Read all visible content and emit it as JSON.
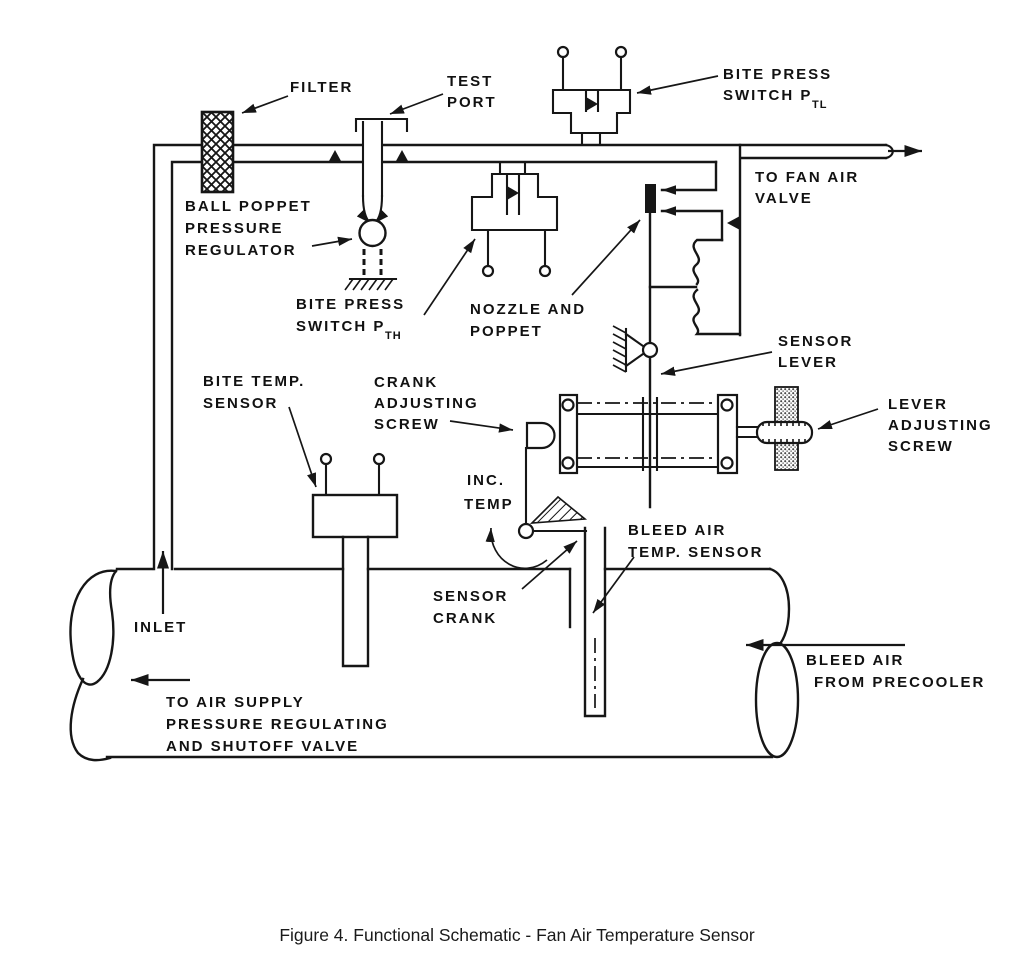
{
  "figure_caption": "Figure 4.  Functional Schematic - Fan Air Temperature Sensor",
  "colors": {
    "ink": "#161616",
    "paper": "#ffffff"
  },
  "labels": {
    "filter": "FILTER",
    "test_port": [
      "TEST",
      "PORT"
    ],
    "switch_ptl": {
      "l1": "BITE PRESS",
      "l2": "SWITCH P",
      "sub": "TL"
    },
    "to_fan_air_valve": [
      "TO FAN AIR",
      "VALVE"
    ],
    "ball_poppet": [
      "BALL POPPET",
      "PRESSURE",
      "REGULATOR"
    ],
    "switch_pth": {
      "l1": "BITE PRESS",
      "l2": "SWITCH P",
      "sub": "TH"
    },
    "nozzle_poppet": [
      "NOZZLE AND",
      "POPPET"
    ],
    "sensor_lever": [
      "SENSOR",
      "LEVER"
    ],
    "bite_temp_sensor": [
      "BITE TEMP.",
      "SENSOR"
    ],
    "crank_screw": [
      "CRANK",
      "ADJUSTING",
      "SCREW"
    ],
    "lever_screw": [
      "LEVER",
      "ADJUSTING",
      "SCREW"
    ],
    "inc_temp": [
      "INC.",
      "TEMP"
    ],
    "bleed_air_temp_sensor": [
      "BLEED AIR",
      "TEMP. SENSOR"
    ],
    "sensor_crank": [
      "SENSOR",
      "CRANK"
    ],
    "inlet": "INLET",
    "to_air_supply": [
      "TO AIR SUPPLY",
      "PRESSURE REGULATING",
      "AND SHUTOFF VALVE"
    ],
    "bleed_air_precooler": [
      "BLEED AIR",
      "FROM PRECOOLER"
    ]
  }
}
